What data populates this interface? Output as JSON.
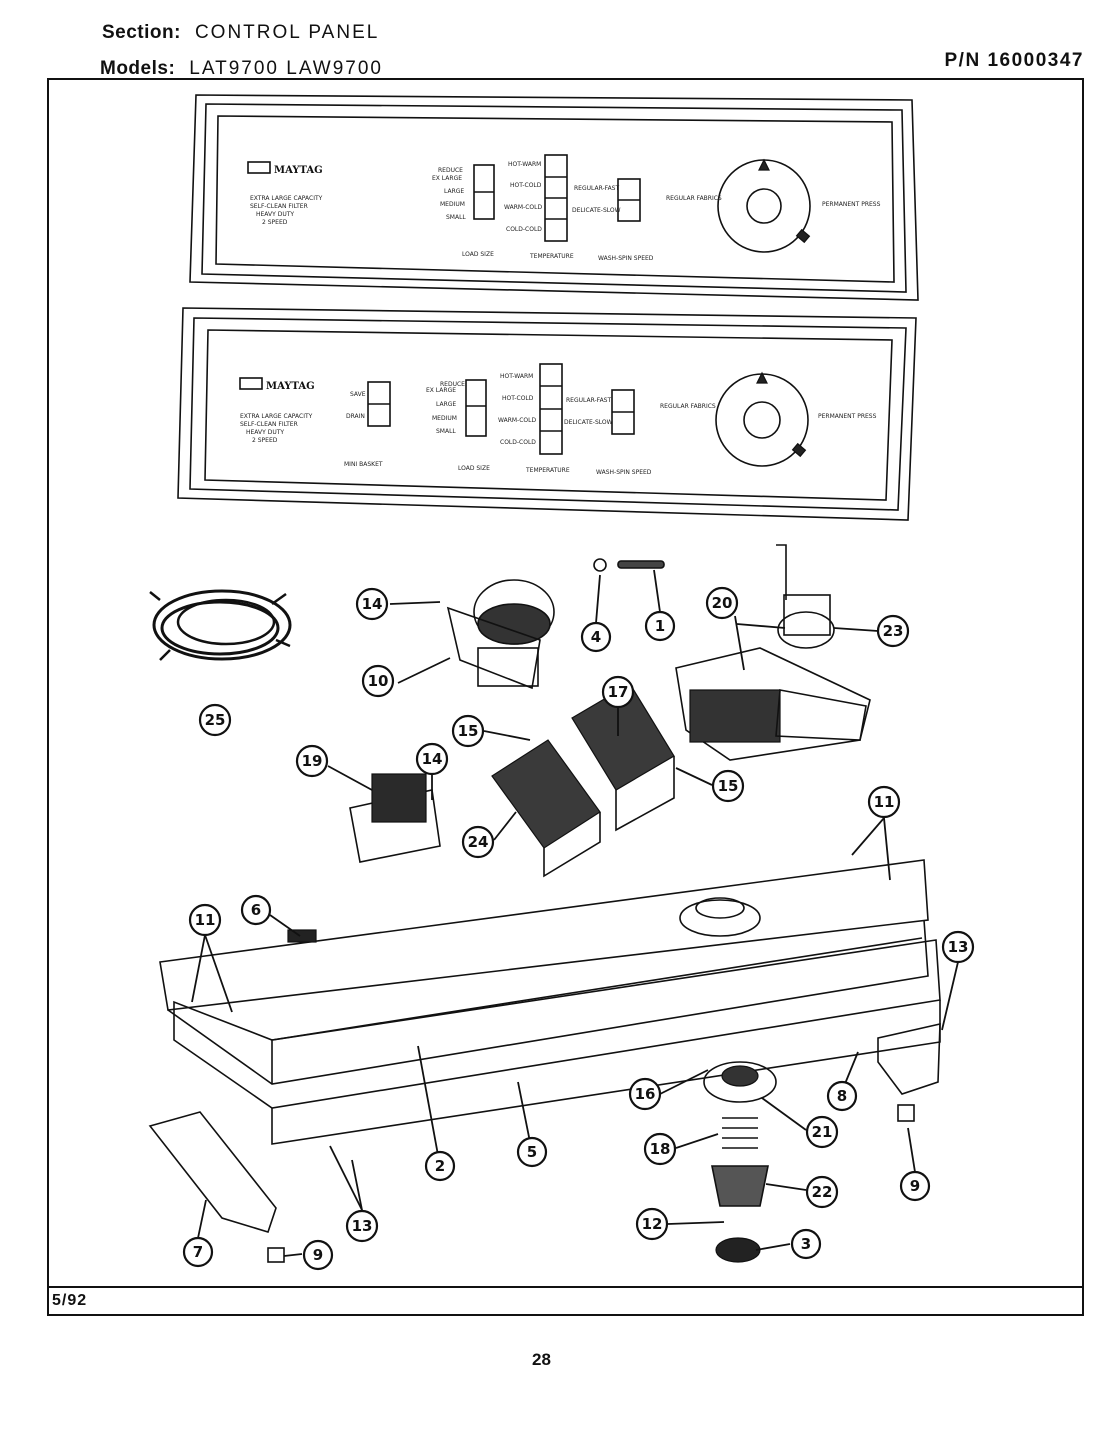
{
  "header": {
    "section_label": "Section:",
    "section_value": "CONTROL PANEL",
    "models_label": "Models:",
    "models_value": "LAT9700   LAW9700",
    "part_number": "P/N 16000347"
  },
  "footer": {
    "date": "5/92",
    "page_number": "28"
  },
  "panel_top": {
    "brand": "MAYTAG",
    "description": [
      "EXTRA LARGE CAPACITY",
      "SELF-CLEAN FILTER",
      "HEAVY DUTY",
      "2 SPEED"
    ],
    "load_size_options": [
      "REDUCE",
      "EX LARGE",
      "LARGE",
      "MEDIUM",
      "SMALL"
    ],
    "temperature_options": [
      "HOT-WARM",
      "HOT-COLD",
      "WARM-COLD",
      "COLD-COLD"
    ],
    "speed_options": [
      "REGULAR-FAST",
      "DELICATE-SLOW"
    ],
    "section_labels": [
      "LOAD SIZE",
      "TEMPERATURE",
      "WASH-SPIN SPEED"
    ],
    "dial_labels": [
      "REGULAR FABRICS",
      "PERMANENT PRESS"
    ]
  },
  "panel_bottom": {
    "brand": "MAYTAG",
    "description": [
      "EXTRA LARGE CAPACITY",
      "SELF-CLEAN FILTER",
      "HEAVY DUTY",
      "2 SPEED"
    ],
    "rinse_options": [
      "SAVE",
      "DRAIN"
    ],
    "load_size_options": [
      "REDUCE",
      "EX LARGE",
      "LARGE",
      "MEDIUM",
      "SMALL"
    ],
    "temperature_options": [
      "HOT-WARM",
      "HOT-COLD",
      "WARM-COLD",
      "COLD-COLD"
    ],
    "speed_options": [
      "REGULAR-FAST",
      "DELICATE-SLOW"
    ],
    "section_labels": [
      "MINI BASKET",
      "LOAD SIZE",
      "TEMPERATURE",
      "WASH-SPIN SPEED"
    ],
    "dial_labels": [
      "REGULAR FABRICS",
      "PERMANENT PRESS"
    ]
  },
  "callouts": [
    "1",
    "2",
    "3",
    "4",
    "5",
    "6",
    "7",
    "8",
    "9",
    "9",
    "10",
    "11",
    "11",
    "12",
    "13",
    "13",
    "14",
    "14",
    "15",
    "15",
    "16",
    "17",
    "18",
    "19",
    "20",
    "21",
    "22",
    "23",
    "24",
    "25"
  ]
}
